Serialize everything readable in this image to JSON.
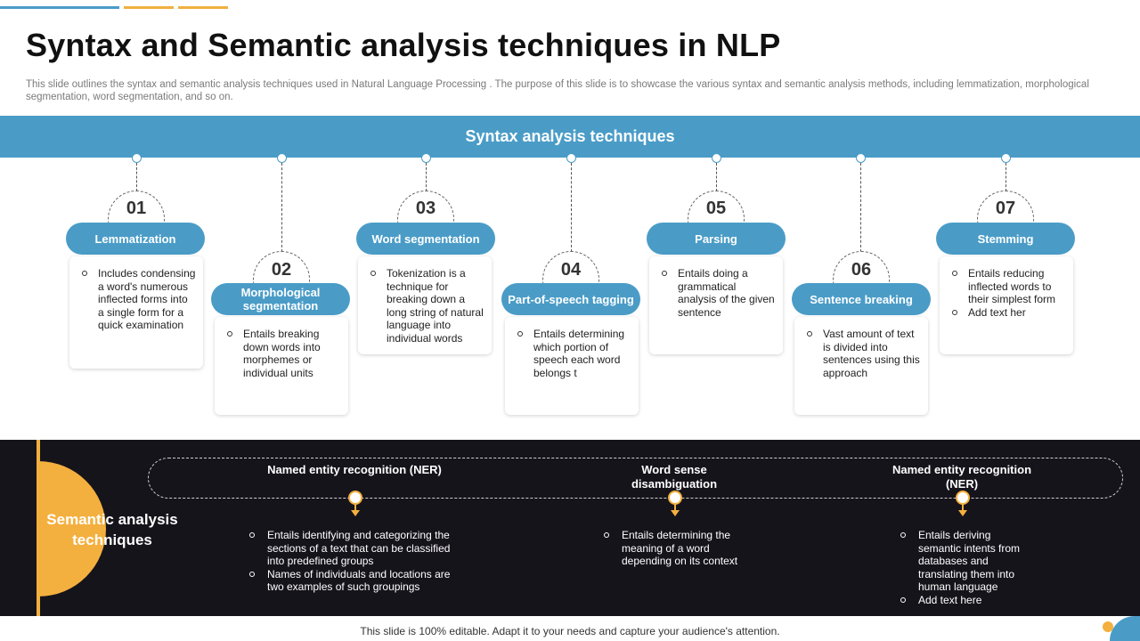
{
  "title": "Syntax and Semantic analysis techniques in NLP",
  "subtitle": "This slide outlines the syntax and semantic analysis techniques used in Natural Language Processing . The purpose of this slide is to showcase the various syntax and semantic analysis methods, including lemmatization, morphological segmentation, word segmentation, and so on.",
  "syntax": {
    "heading": "Syntax analysis techniques",
    "items": [
      {
        "num": "01",
        "label": "Lemmatization",
        "bullets": [
          "Includes condensing a word's numerous inflected forms into a single form for a quick examination"
        ]
      },
      {
        "num": "02",
        "label": "Morphological segmentation",
        "bullets": [
          "Entails breaking down words into morphemes or individual units"
        ]
      },
      {
        "num": "03",
        "label": "Word segmentation",
        "bullets": [
          "Tokenization is a technique for breaking down a long string of natural language into individual words"
        ]
      },
      {
        "num": "04",
        "label": "Part-of-speech tagging",
        "bullets": [
          "Entails determining which portion of speech each word belongs t"
        ]
      },
      {
        "num": "05",
        "label": "Parsing",
        "bullets": [
          "Entails doing a grammatical analysis of the given sentence"
        ]
      },
      {
        "num": "06",
        "label": "Sentence breaking",
        "bullets": [
          "Vast amount of text is divided into sentences using this approach"
        ]
      },
      {
        "num": "07",
        "label": "Stemming",
        "bullets": [
          "Entails reducing inflected words to their simplest form",
          "Add text her"
        ]
      }
    ]
  },
  "semantic": {
    "heading": "Semantic analysis techniques",
    "items": [
      {
        "label": "Named entity recognition (NER)",
        "bullets": [
          "Entails identifying and categorizing the sections of a text that can be classified into predefined groups",
          "Names of individuals and locations are two examples of such groupings"
        ]
      },
      {
        "label": "Word sense disambiguation",
        "bullets": [
          "Entails determining the meaning of a word depending on its context"
        ]
      },
      {
        "label": "Named entity recognition (NER)",
        "bullets": [
          "Entails deriving semantic intents from databases and translating them into human language",
          "Add text here"
        ]
      }
    ]
  },
  "footer": "This slide is 100% editable. Adapt it to your needs and capture your audience's attention.",
  "colors": {
    "blue": "#4a9cc7",
    "orange": "#f4b03e",
    "dark": "#16141b"
  }
}
